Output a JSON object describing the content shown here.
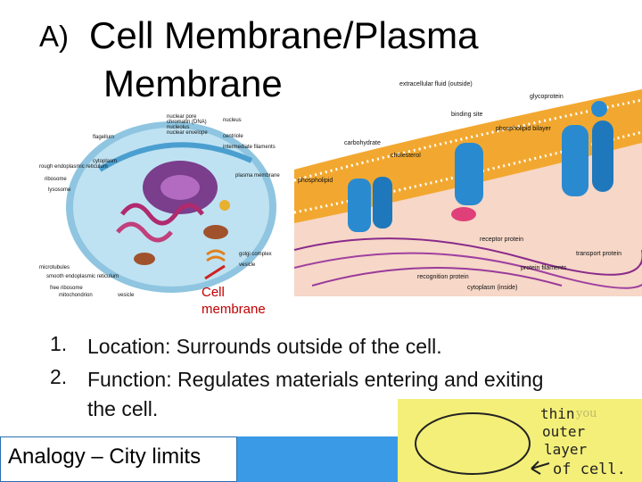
{
  "slide": {
    "title_prefix": "A)",
    "title_line1": "Cell Membrane/Plasma",
    "title_line2": "Membrane"
  },
  "cell_diagram": {
    "labels": [
      "nuclear pore",
      "chromatin (DNA)",
      "nucleolus",
      "nucleus",
      "nuclear envelope",
      "centriole",
      "flagellum",
      "cytoplasm",
      "intermediate filaments",
      "rough endoplasmic reticulum",
      "ribosome",
      "plasma membrane",
      "lysosome",
      "golgi complex",
      "vesicle",
      "microtubules",
      "smooth endoplasmic reticulum",
      "free ribosome",
      "mitochondrion",
      "vesicle"
    ],
    "callout": "Cell membrane"
  },
  "membrane_diagram": {
    "labels": [
      "extracellular fluid (outside)",
      "glycoprotein",
      "binding site",
      "phospholipid bilayer",
      "carbohydrate",
      "cholesterol",
      "phospholipid",
      "receptor protein",
      "transport protein",
      "protein filaments",
      "recognition protein",
      "cytoplasm (inside)"
    ]
  },
  "points": [
    {
      "num": "1.",
      "text": "Location: Surrounds outside of the cell."
    },
    {
      "num": "2.",
      "text": "Function:  Regulates materials entering and exiting the cell."
    }
  ],
  "analogy": "Analogy – City limits",
  "note": {
    "handwriting": [
      "thin",
      "outer",
      "layer",
      "of cell."
    ],
    "faint_text": "you"
  },
  "colors": {
    "bar": "#3a9ae6",
    "note": "#f4ef78",
    "callout": "#c00000"
  }
}
